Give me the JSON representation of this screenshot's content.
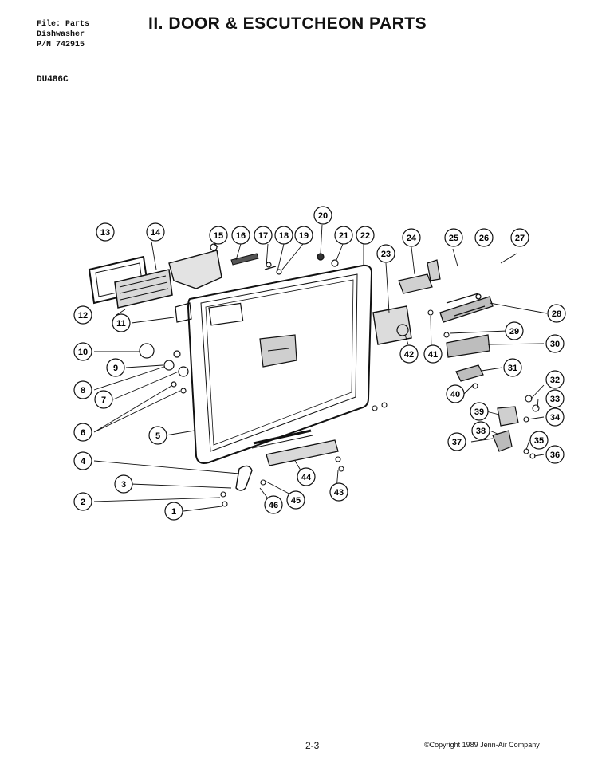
{
  "header": {
    "line1": "File: Parts",
    "line2": "Dishwasher",
    "line3": "P/N 742915",
    "title": "II. DOOR & ESCUTCHEON PARTS",
    "model": "DU486C"
  },
  "footer": {
    "page": "2-3",
    "copyright": "©Copyright 1989 Jenn-Air Company"
  },
  "callouts": [
    "1",
    "2",
    "3",
    "4",
    "5",
    "6",
    "7",
    "8",
    "9",
    "10",
    "11",
    "12",
    "13",
    "14",
    "15",
    "16",
    "17",
    "18",
    "19",
    "20",
    "21",
    "22",
    "23",
    "24",
    "25",
    "26",
    "27",
    "28",
    "29",
    "30",
    "31",
    "32",
    "33",
    "34",
    "35",
    "36",
    "37",
    "38",
    "39",
    "40",
    "41",
    "42",
    "43",
    "44",
    "45",
    "46"
  ]
}
